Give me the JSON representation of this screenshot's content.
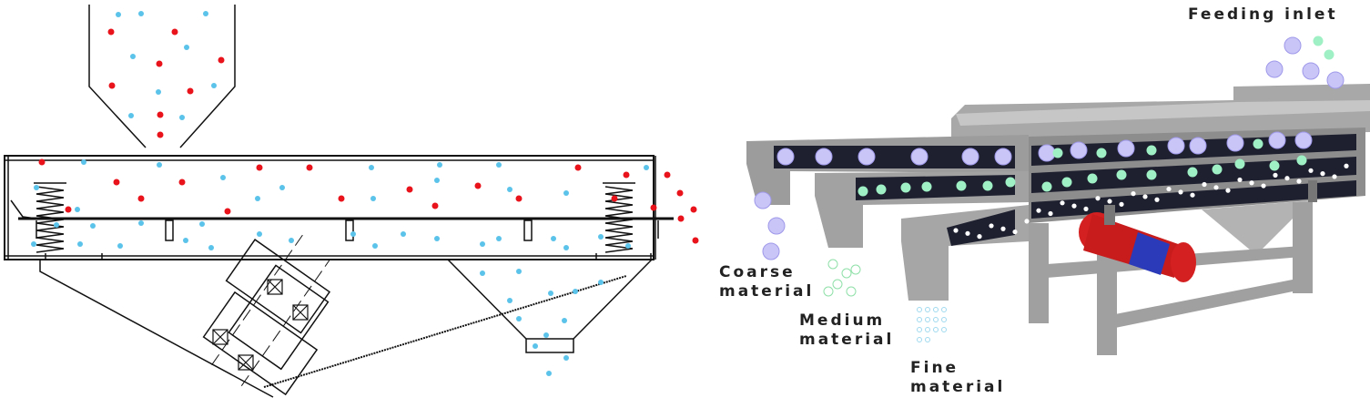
{
  "labels": {
    "feeding_inlet": "Feeding inlet",
    "coarse": [
      "Coarse",
      "material"
    ],
    "medium": [
      "Medium",
      "material"
    ],
    "fine": [
      "Fine",
      "material"
    ]
  },
  "colors": {
    "coarse_particle": "#e8131b",
    "fine_particle": "#5bc3ea",
    "machine_gray": "#9a9a9a",
    "screen_deck": "#1e2030",
    "motor": "#d42020"
  }
}
